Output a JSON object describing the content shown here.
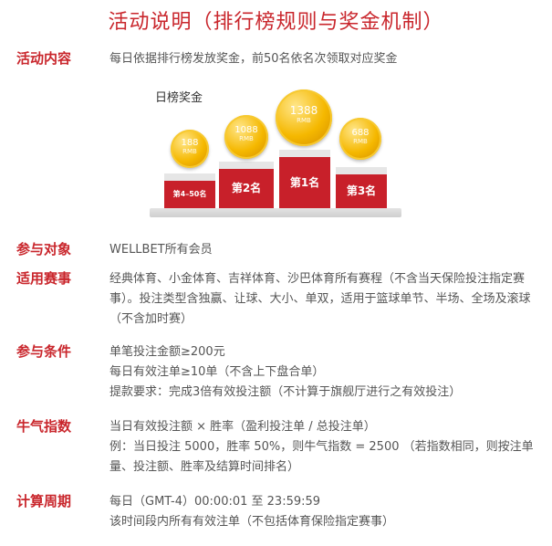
{
  "title": "活动说明（排行榜规则与奖金机制）",
  "sections": [
    {
      "label": "活动内容",
      "lines": [
        "每日依据排行榜发放奖金，前50名依名次领取对应奖金"
      ]
    },
    {
      "label": "参与对象",
      "lines": [
        "WELLBET所有会员"
      ]
    },
    {
      "label": "适用赛事",
      "lines": [
        "经典体育、小金体育、吉祥体育、沙巴体育所有赛程（不含当天保险投注指定赛事）。投注类型含独赢、让球、大小、单双，适用于篮球单节、半场、全场及滚球（不含加时赛）"
      ]
    },
    {
      "label": "参与条件",
      "lines": [
        "单笔投注金额≥200元",
        "每日有效注单≥10单（不含上下盘合单）",
        "提款要求：完成3倍有效投注额（不计算于旗舰厅进行之有效投注）"
      ]
    },
    {
      "label": "牛气指数",
      "lines": [
        "当日有效投注额 × 胜率（盈利投注单 / 总投注单）",
        "例：当日投注 5000，胜率 50%，则牛气指数 = 2500 （若指数相同，则按注单量、投注额、胜率及结算时间排名）"
      ]
    },
    {
      "label": "计算周期",
      "lines": [
        "每日（GMT-4）00:00:01 至 23:59:59",
        "该时间段内所有有效注单（不包括体育保险指定赛事）"
      ]
    }
  ],
  "podium": {
    "heading": "日榜奖金",
    "currency": "RMB",
    "ranks": [
      {
        "label": "第4–50名",
        "amount": "188"
      },
      {
        "label": "第2名",
        "amount": "1088"
      },
      {
        "label": "第1名",
        "amount": "1388"
      },
      {
        "label": "第3名",
        "amount": "688"
      }
    ],
    "colors": {
      "block": "#c8202a",
      "coin": "#f5b800"
    }
  }
}
